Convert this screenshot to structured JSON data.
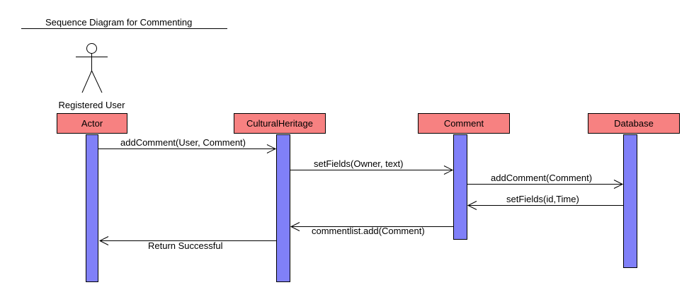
{
  "title": "Sequence Diagram for Commenting",
  "actor_figure": {
    "caption": "Registered User"
  },
  "lifelines": [
    {
      "id": "actor",
      "label": "Actor"
    },
    {
      "id": "cultural",
      "label": "CulturalHeritage"
    },
    {
      "id": "comment",
      "label": "Comment"
    },
    {
      "id": "database",
      "label": "Database"
    }
  ],
  "messages": [
    {
      "from": "actor",
      "to": "cultural",
      "label": "addComment(User, Comment)"
    },
    {
      "from": "cultural",
      "to": "comment",
      "label": "setFields(Owner, text)"
    },
    {
      "from": "comment",
      "to": "database",
      "label": "addComment(Comment)"
    },
    {
      "from": "database",
      "to": "comment",
      "label": "setFields(id,Time)"
    },
    {
      "from": "comment",
      "to": "cultural",
      "label": "commentlist.add(Comment)"
    },
    {
      "from": "cultural",
      "to": "actor",
      "label": "Return Successful"
    }
  ],
  "colors": {
    "header_fill": "#f78181",
    "activation_fill": "#8080f8",
    "stroke": "#000000"
  }
}
